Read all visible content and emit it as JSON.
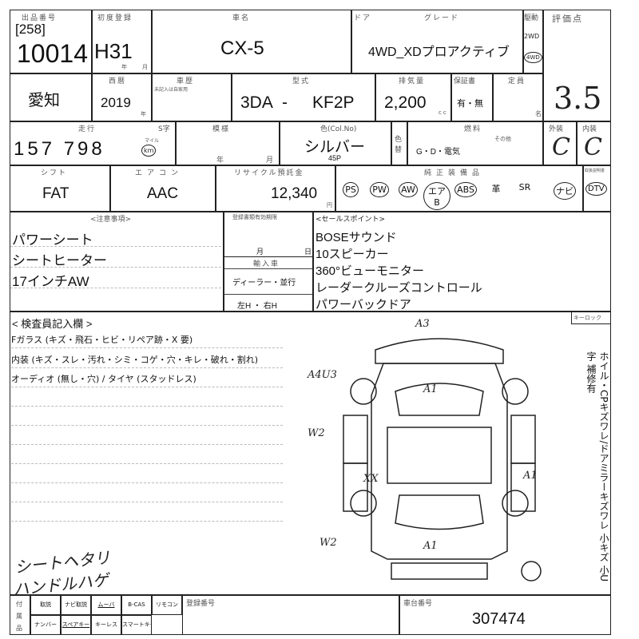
{
  "header": {
    "lot_label": "出品番号",
    "lot_area": "[258]",
    "lot_number": "10014",
    "first_reg_label": "初度登録",
    "first_reg": "H31",
    "first_reg_unit_year": "年",
    "first_reg_unit_month": "月",
    "car_name_label": "車名",
    "car_name": "CX-5",
    "door_label": "ドア",
    "grade_label": "グレード",
    "grade": "4WD_XDプロアクティブ",
    "drive_label": "駆動",
    "drive_2wd": "2WD",
    "drive_4wd": "4WD",
    "score_label": "評価点",
    "score": "3.5"
  },
  "row2": {
    "region": "愛知",
    "year_label": "西暦",
    "year": "2019",
    "year_unit": "年",
    "history_label": "車歴",
    "history_sub": "未記入は自家用",
    "model_label": "型式",
    "model_prefix": "3DA",
    "model_dash": "-",
    "model_code": "KF2P",
    "displacement_label": "排気量",
    "displacement": "2,200",
    "displacement_unit": "cc",
    "warranty_label": "保証書",
    "warranty": "有・無",
    "capacity_label": "定員",
    "capacity_unit": "名"
  },
  "row3": {
    "mileage_label": "走行",
    "mileage": "157 798",
    "mileage_unit_mile": "マイル",
    "mileage_unit_km": "km",
    "shaken_label": "S字",
    "pattern_label": "模様",
    "date_year": "年",
    "date_month": "月",
    "color_label": "色(Col.No)",
    "color": "シルバー",
    "color_no": "45P",
    "color_change": "色替",
    "fuel_label": "燃料",
    "fuel": "G・D・電気",
    "fuel_other": "その他",
    "exterior_label": "外装",
    "exterior": "C",
    "interior_label": "内装",
    "interior": "C"
  },
  "row4": {
    "shift_label": "シフト",
    "shift": "FAT",
    "ac_label": "エアコン",
    "ac": "AAC",
    "recycle_label": "リサイクル預託金",
    "recycle": "12,340",
    "recycle_unit": "円",
    "equipment_label": "純正装備品",
    "equipment": [
      {
        "label": "PS",
        "circled": true
      },
      {
        "label": "PW",
        "circled": true
      },
      {
        "label": "AW",
        "circled": true
      },
      {
        "label": "エアB",
        "circled": true
      },
      {
        "label": "ABS",
        "circled": true
      },
      {
        "label": "革",
        "circled": false
      },
      {
        "label": "SR",
        "circled": false
      },
      {
        "label": "ナビ",
        "circled": true
      },
      {
        "label": "DTV",
        "circled": true
      }
    ],
    "extra_label": "取扱説明書"
  },
  "notes": {
    "label": "<注意事項>",
    "items": [
      "パワーシート",
      "シートヒーター",
      "17インチAW"
    ],
    "reg_label": "登録書類有効期限",
    "reg_month": "月",
    "reg_day": "日",
    "import_label": "輸入車",
    "import_value": "ディーラー・並行",
    "steering": "左H ・ 右H",
    "sales_label": "<セールスポイント>",
    "sales_points": [
      "BOSEサウンド",
      "10スピーカー",
      "360°ビューモニター",
      "レーダークルーズコントロール",
      "パワーバックドア"
    ]
  },
  "inspector": {
    "label": "< 検査員記入欄 >",
    "lines": [
      "Fガラス (キズ・飛石・ヒビ・リペア跡・X 要)",
      "内装 (キズ・スレ・汚れ・シミ・コゲ・穴・キレ・破れ・割れ)",
      "オーディオ (無し・穴) / タイヤ (スタッドレス)"
    ],
    "handwritten": [
      "シートヘタリ",
      "ハンドルハゲ"
    ],
    "diagram_marks": [
      "A3",
      "A4U3",
      "A1",
      "W2",
      "XX",
      "A1",
      "W2",
      "A1"
    ],
    "keylock_label": "キーロック",
    "side_notes": "ホイル・CPキズワレ/ドアミラーキズワレ 小キズ 小U字 補修有"
  },
  "footer": {
    "accessories_label": "付属品",
    "accessories": [
      "取説",
      "ナビ取説",
      "ムーバ",
      "B-CAS",
      "リモコン",
      "ナンバー",
      "スペアキー",
      "キーレス",
      "スマートキー"
    ],
    "device_label": "登録番号",
    "chassis_label": "車台番号",
    "chassis": "307474"
  }
}
